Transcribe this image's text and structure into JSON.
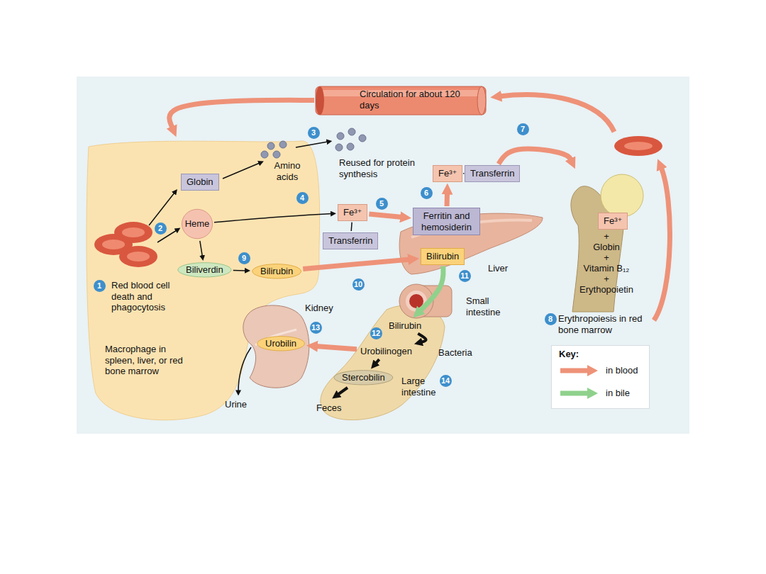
{
  "diagram": {
    "nodes": [
      {
        "text": [
          "Circulation for about 120 days"
        ]
      },
      {
        "text": [
          "Macrophage in spleen, liver, or red bone marrow"
        ]
      },
      {
        "text": [
          "Globin"
        ],
        "in": 1
      },
      {
        "text": [
          "Heme"
        ],
        "in": 1
      },
      {
        "text": [
          "Biliverdin"
        ],
        "in": 1
      },
      {
        "text": [
          "Bilirubin"
        ],
        "in": 1
      },
      {
        "text": [
          "Fe³⁺"
        ]
      },
      {
        "text": [
          "Transferrin"
        ]
      },
      {
        "text": [
          "Liver"
        ]
      },
      {
        "text": [
          "Ferritin and hemosiderin"
        ],
        "in": 8
      },
      {
        "text": [
          "Bilirubin"
        ],
        "in": 8
      },
      {
        "text": [
          "Fe³⁺"
        ]
      },
      {
        "text": [
          "Transferrin"
        ]
      },
      {
        "text": [
          "+",
          "Globin",
          "+",
          "Vitamin B₁₂",
          "+",
          "Erythopoietin"
        ]
      },
      {
        "text": [
          "Fe³⁺"
        ],
        "in": 13
      },
      {
        "text": [
          "Small intestine",
          "Large intestine"
        ]
      },
      {
        "text": [
          "Bilirubin"
        ],
        "in": 15
      },
      {
        "text": [
          "Urobilinogen"
        ],
        "in": 15
      },
      {
        "text": [
          "Stercobilin"
        ],
        "in": 15
      },
      {
        "text": [
          "Kidney"
        ]
      },
      {
        "text": [
          "Urobilin"
        ],
        "in": 19
      }
    ],
    "edges": [
      {
        "from": 0,
        "to": 1,
        "arrow": "to"
      },
      {
        "from": 3,
        "to": 4,
        "arrow": "to"
      },
      {
        "from": 4,
        "to": 5,
        "arrow": "to"
      },
      {
        "from": 3,
        "to": 6,
        "arrow": "to"
      },
      {
        "from": 6,
        "to": 7,
        "arrow": "none"
      },
      {
        "from": 6,
        "to": 9,
        "arrow": "to"
      },
      {
        "from": 9,
        "to": 11,
        "arrow": "to"
      },
      {
        "from": 11,
        "to": 12,
        "arrow": "none"
      },
      {
        "from": 12,
        "to": 13,
        "arrow": "to"
      },
      {
        "from": 5,
        "to": 10,
        "arrow": "to"
      },
      {
        "from": 10,
        "to": 16,
        "arrow": "to"
      },
      {
        "from": 16,
        "to": 17,
        "arrow": "to"
      },
      {
        "from": 17,
        "to": 20,
        "arrow": "to"
      },
      {
        "from": 17,
        "to": 18,
        "arrow": "to"
      }
    ],
    "labels": [
      "1",
      "Red blood cell death and phagocytosis",
      "2",
      "Amino acids",
      "3",
      "Reused for protein synthesis",
      "4",
      "5",
      "6",
      "7",
      "8",
      "Erythropoiesis in red bone marrow",
      "9",
      "10",
      "11",
      "12",
      "Bacteria",
      "13",
      "14",
      "Urine",
      "Feces",
      "Key:"
    ],
    "legend": [
      {
        "text": "in blood",
        "color": "#ee9278"
      },
      {
        "text": "in bile",
        "color": "#8fd18c"
      }
    ]
  }
}
